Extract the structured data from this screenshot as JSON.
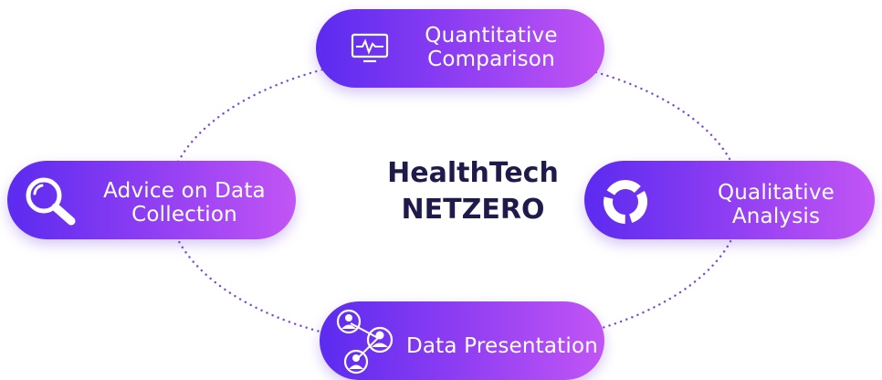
{
  "center": {
    "line1": "HealthTech",
    "line2": "NETZERO"
  },
  "nodes": {
    "top": {
      "line1": "Quantitative",
      "line2": "Comparison",
      "icon": "monitor-pulse-icon"
    },
    "left": {
      "line1": "Advice on Data",
      "line2": "Collection",
      "icon": "magnifier-icon"
    },
    "right": {
      "line1": "Qualitative",
      "line2": "Analysis",
      "icon": "ring-chart-icon"
    },
    "bottom": {
      "line1": "Data Presentation",
      "icon": "people-network-icon"
    }
  },
  "colors": {
    "pill_start": "#5b2bf0",
    "pill_end": "#c255f5",
    "title": "#1e1a4a",
    "ring_dots": "#7a4ae0"
  }
}
